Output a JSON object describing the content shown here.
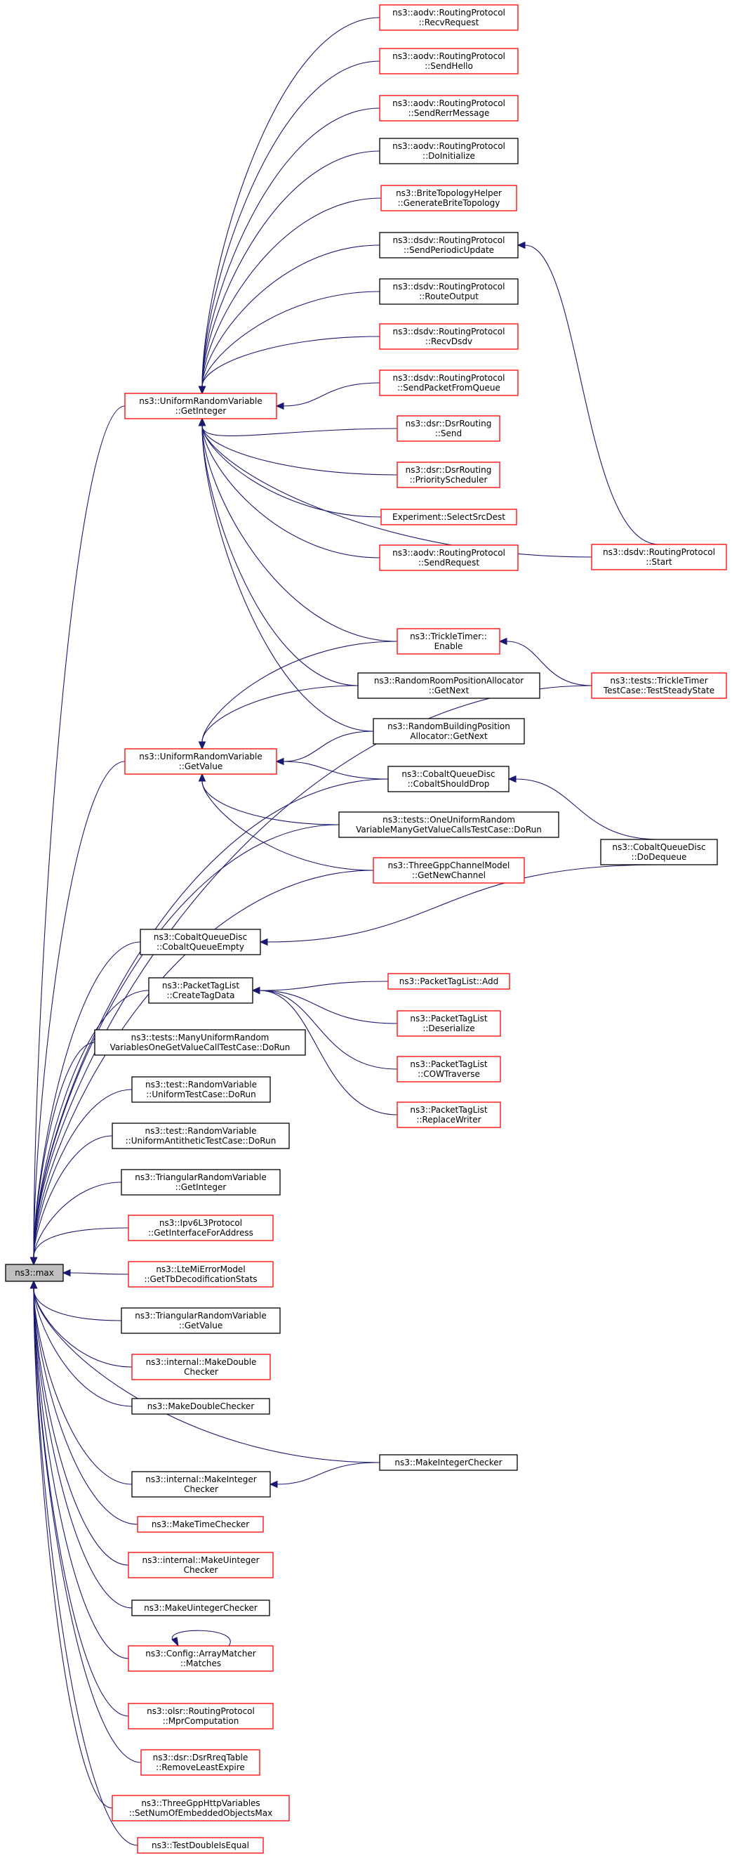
{
  "colors": {
    "edge": "#191970",
    "border_red": "#ff0000",
    "border_black": "#000000",
    "root_fill": "#bfbfbf"
  },
  "nodes": [
    {
      "id": "max",
      "lines": [
        "ns3::max"
      ],
      "style": "root"
    },
    {
      "id": "urv_getinteger",
      "lines": [
        "ns3::UniformRandomVariable",
        "::GetInteger"
      ],
      "style": "red"
    },
    {
      "id": "aodv_recvrequest",
      "lines": [
        "ns3::aodv::RoutingProtocol",
        "::RecvRequest"
      ],
      "style": "red"
    },
    {
      "id": "aodv_sendhello",
      "lines": [
        "ns3::aodv::RoutingProtocol",
        "::SendHello"
      ],
      "style": "red"
    },
    {
      "id": "aodv_sendrerr",
      "lines": [
        "ns3::aodv::RoutingProtocol",
        "::SendRerrMessage"
      ],
      "style": "red"
    },
    {
      "id": "aodv_doinit",
      "lines": [
        "ns3::aodv::RoutingProtocol",
        "::DoInitialize"
      ],
      "style": "black"
    },
    {
      "id": "brite",
      "lines": [
        "ns3::BriteTopologyHelper",
        "::GenerateBriteTopology"
      ],
      "style": "red"
    },
    {
      "id": "dsdv_sendperiodic",
      "lines": [
        "ns3::dsdv::RoutingProtocol",
        "::SendPeriodicUpdate"
      ],
      "style": "black"
    },
    {
      "id": "dsdv_routeoutput",
      "lines": [
        "ns3::dsdv::RoutingProtocol",
        "::RouteOutput"
      ],
      "style": "black"
    },
    {
      "id": "dsdv_recvdsdv",
      "lines": [
        "ns3::dsdv::RoutingProtocol",
        "::RecvDsdv"
      ],
      "style": "red"
    },
    {
      "id": "dsdv_sendpacket",
      "lines": [
        "ns3::dsdv::RoutingProtocol",
        "::SendPacketFromQueue"
      ],
      "style": "red"
    },
    {
      "id": "dsr_send",
      "lines": [
        "ns3::dsr::DsrRouting",
        "::Send"
      ],
      "style": "red"
    },
    {
      "id": "dsr_priority",
      "lines": [
        "ns3::dsr::DsrRouting",
        "::PriorityScheduler"
      ],
      "style": "red"
    },
    {
      "id": "experiment",
      "lines": [
        "Experiment::SelectSrcDest"
      ],
      "style": "red"
    },
    {
      "id": "aodv_sendrequest",
      "lines": [
        "ns3::aodv::RoutingProtocol",
        "::SendRequest"
      ],
      "style": "red"
    },
    {
      "id": "dsdv_start",
      "lines": [
        "ns3::dsdv::RoutingProtocol",
        "::Start"
      ],
      "style": "red"
    },
    {
      "id": "trickle_enable",
      "lines": [
        "ns3::TrickleTimer::",
        "Enable"
      ],
      "style": "red"
    },
    {
      "id": "trickle_test",
      "lines": [
        "ns3::tests::TrickleTimer",
        "TestCase::TestSteadyState"
      ],
      "style": "red"
    },
    {
      "id": "randomroom",
      "lines": [
        "ns3::RandomRoomPositionAllocator",
        "::GetNext"
      ],
      "style": "black"
    },
    {
      "id": "randombuilding",
      "lines": [
        "ns3::RandomBuildingPosition",
        "Allocator::GetNext"
      ],
      "style": "black"
    },
    {
      "id": "urv_getvalue",
      "lines": [
        "ns3::UniformRandomVariable",
        "::GetValue"
      ],
      "style": "red"
    },
    {
      "id": "cobalt_shoulddrop",
      "lines": [
        "ns3::CobaltQueueDisc",
        "::CobaltShouldDrop"
      ],
      "style": "black"
    },
    {
      "id": "oneuniform",
      "lines": [
        "ns3::tests::OneUniformRandom",
        "VariableManyGetValueCallsTestCase::DoRun"
      ],
      "style": "black"
    },
    {
      "id": "threegpp_channel",
      "lines": [
        "ns3::ThreeGppChannelModel",
        "::GetNewChannel"
      ],
      "style": "red"
    },
    {
      "id": "cobalt_dequeue",
      "lines": [
        "ns3::CobaltQueueDisc",
        "::DoDequeue"
      ],
      "style": "black"
    },
    {
      "id": "cobalt_empty",
      "lines": [
        "ns3::CobaltQueueDisc",
        "::CobaltQueueEmpty"
      ],
      "style": "black"
    },
    {
      "id": "packettag_create",
      "lines": [
        "ns3::PacketTagList",
        "::CreateTagData"
      ],
      "style": "black"
    },
    {
      "id": "packettag_add",
      "lines": [
        "ns3::PacketTagList::Add"
      ],
      "style": "red"
    },
    {
      "id": "packettag_deser",
      "lines": [
        "ns3::PacketTagList",
        "::Deserialize"
      ],
      "style": "red"
    },
    {
      "id": "packettag_cow",
      "lines": [
        "ns3::PacketTagList",
        "::COWTraverse"
      ],
      "style": "red"
    },
    {
      "id": "packettag_replace",
      "lines": [
        "ns3::PacketTagList",
        "::ReplaceWriter"
      ],
      "style": "red"
    },
    {
      "id": "manyuniform",
      "lines": [
        "ns3::tests::ManyUniformRandom",
        "VariablesOneGetValueCallTestCase::DoRun"
      ],
      "style": "black"
    },
    {
      "id": "test_rv_uniform",
      "lines": [
        "ns3::test::RandomVariable",
        "::UniformTestCase::DoRun"
      ],
      "style": "black"
    },
    {
      "id": "test_rv_antithetic",
      "lines": [
        "ns3::test::RandomVariable",
        "::UniformAntitheticTestCase::DoRun"
      ],
      "style": "black"
    },
    {
      "id": "triangular_getinteger",
      "lines": [
        "ns3::TriangularRandomVariable",
        "::GetInteger"
      ],
      "style": "black"
    },
    {
      "id": "ipv6l3",
      "lines": [
        "ns3::Ipv6L3Protocol",
        "::GetInterfaceForAddress"
      ],
      "style": "red"
    },
    {
      "id": "ltemi",
      "lines": [
        "ns3::LteMiErrorModel",
        "::GetTbDecodificationStats"
      ],
      "style": "red"
    },
    {
      "id": "triangular_getvalue",
      "lines": [
        "ns3::TriangularRandomVariable",
        "::GetValue"
      ],
      "style": "black"
    },
    {
      "id": "internal_double",
      "lines": [
        "ns3::internal::MakeDouble",
        "Checker"
      ],
      "style": "red"
    },
    {
      "id": "makedouble",
      "lines": [
        "ns3::MakeDoubleChecker"
      ],
      "style": "black"
    },
    {
      "id": "makeintegerchecker",
      "lines": [
        "ns3::MakeIntegerChecker"
      ],
      "style": "black"
    },
    {
      "id": "internal_integer",
      "lines": [
        "ns3::internal::MakeInteger",
        "Checker"
      ],
      "style": "black"
    },
    {
      "id": "maketime",
      "lines": [
        "ns3::MakeTimeChecker"
      ],
      "style": "red"
    },
    {
      "id": "internal_uinteger",
      "lines": [
        "ns3::internal::MakeUinteger",
        "Checker"
      ],
      "style": "red"
    },
    {
      "id": "makeuinteger",
      "lines": [
        "ns3::MakeUintegerChecker"
      ],
      "style": "black"
    },
    {
      "id": "arraymatcher",
      "lines": [
        "ns3::Config::ArrayMatcher",
        "::Matches"
      ],
      "style": "red"
    },
    {
      "id": "olsr_mpr",
      "lines": [
        "ns3::olsr::RoutingProtocol",
        "::MprComputation"
      ],
      "style": "red"
    },
    {
      "id": "dsr_rreq",
      "lines": [
        "ns3::dsr::DsrRreqTable",
        "::RemoveLeastExpire"
      ],
      "style": "red"
    },
    {
      "id": "threegpp_http",
      "lines": [
        "ns3::ThreeGppHttpVariables",
        "::SetNumOfEmbeddedObjectsMax"
      ],
      "style": "red"
    },
    {
      "id": "testdouble",
      "lines": [
        "ns3::TestDoubleIsEqual"
      ],
      "style": "red"
    }
  ]
}
